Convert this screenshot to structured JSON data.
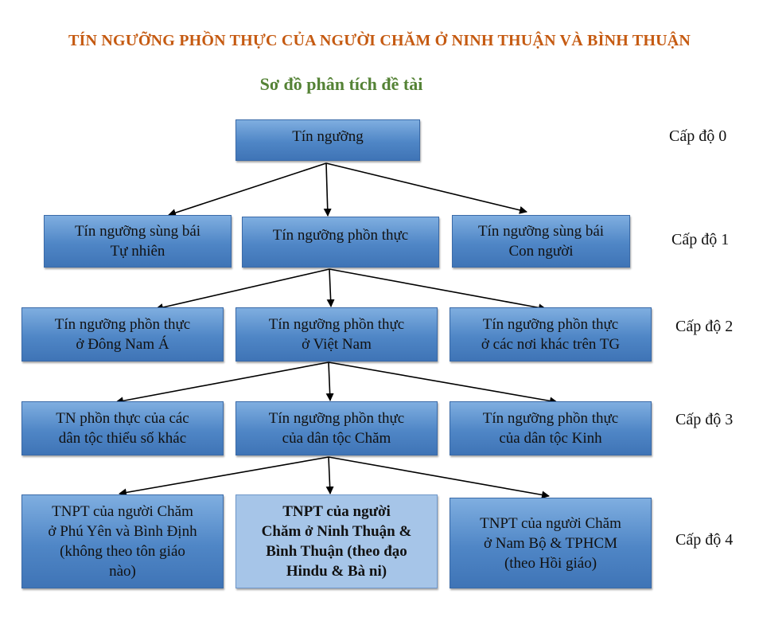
{
  "title": "TÍN NGƯỠNG PHỒN THỰC CỦA NGƯỜI CHĂM Ở NINH THUẬN VÀ BÌNH THUẬN",
  "subtitle": "Sơ đồ phân tích đề tài",
  "levels": [
    "Cấp độ 0",
    "Cấp độ 1",
    "Cấp độ 2",
    "Cấp độ 3",
    "Cấp độ 4"
  ],
  "nodes": {
    "l0": "Tín ngưỡng",
    "l1_left": "Tín ngưỡng sùng bái\nTự nhiên",
    "l1_mid": "Tín ngưỡng phồn thực",
    "l1_right": "Tín ngưỡng sùng bái\nCon người",
    "l2_left": "Tín ngưỡng phồn thực\nở Đông Nam Á",
    "l2_mid": "Tín ngưỡng phồn thực\nở Việt Nam",
    "l2_right": "Tín ngưỡng phồn thực\nở các nơi khác trên TG",
    "l3_left": "TN phồn thực của các\ndân tộc thiểu số khác",
    "l3_mid": "Tín ngưỡng phồn thực\ncủa dân tộc Chăm",
    "l3_right": "Tín ngưỡng phồn thực\ncủa dân tộc Kinh",
    "l4_left": "TNPT của người Chăm\nở Phú Yên và Bình Định\n(không theo tôn giáo\nnào)",
    "l4_mid": "TNPT của người\nChăm ở Ninh Thuận &\nBình Thuận (theo đạo\nHindu & Bà ni)",
    "l4_right": "TNPT của người Chăm\nở Nam Bộ & TPHCM\n(theo Hồi giáo)"
  },
  "colors": {
    "title": "#c55a11",
    "subtitle": "#548235",
    "node_fill": "#4f86c6",
    "highlight_fill": "#a6c5e8"
  }
}
